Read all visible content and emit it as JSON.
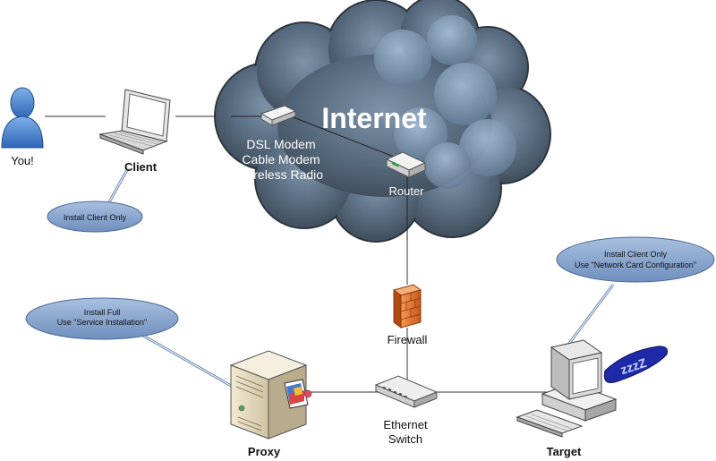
{
  "cloud": {
    "title": "Internet",
    "modem_lines": [
      "DSL Modem",
      "Cable Modem",
      "Wireless Radio"
    ],
    "router_label": "Router"
  },
  "nodes": {
    "you": "You!",
    "client": "Client",
    "firewall": "Firewall",
    "switch_lines": [
      "Ethernet",
      "Switch"
    ],
    "proxy": "Proxy",
    "target": "Target"
  },
  "notes": {
    "client": [
      "Install Client Only"
    ],
    "proxy": [
      "Install Full",
      "Use \"Service Installation\""
    ],
    "target": [
      "Install Client Only",
      "Use \"Network Card Configuration\""
    ]
  },
  "sleep_text": "zzzZ",
  "colors": {
    "cloud_dark": "#4b5866",
    "cloud_light": "#8da4bd",
    "note_fill": "#7f9cc4",
    "firewall": "#e8742a",
    "person": "#3f7bc8"
  }
}
